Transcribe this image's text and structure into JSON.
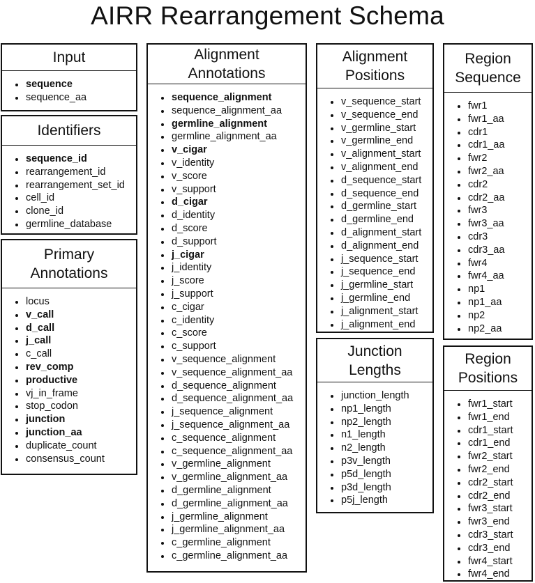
{
  "title": "AIRR Rearrangement Schema",
  "boxes": {
    "input": {
      "header": [
        "Input"
      ],
      "fields": [
        {
          "name": "sequence",
          "required": true
        },
        {
          "name": "sequence_aa",
          "required": false
        }
      ]
    },
    "identifiers": {
      "header": [
        "Identifiers"
      ],
      "fields": [
        {
          "name": "sequence_id",
          "required": true
        },
        {
          "name": "rearrangement_id",
          "required": false
        },
        {
          "name": "rearrangement_set_id",
          "required": false
        },
        {
          "name": "cell_id",
          "required": false
        },
        {
          "name": "clone_id",
          "required": false
        },
        {
          "name": "germline_database",
          "required": false
        }
      ]
    },
    "primary_annotations": {
      "header": [
        "Primary",
        "Annotations"
      ],
      "fields": [
        {
          "name": "locus",
          "required": false
        },
        {
          "name": "v_call",
          "required": true
        },
        {
          "name": "d_call",
          "required": true
        },
        {
          "name": "j_call",
          "required": true
        },
        {
          "name": "c_call",
          "required": false
        },
        {
          "name": "rev_comp",
          "required": true
        },
        {
          "name": "productive",
          "required": true
        },
        {
          "name": "vj_in_frame",
          "required": false
        },
        {
          "name": "stop_codon",
          "required": false
        },
        {
          "name": "junction",
          "required": true
        },
        {
          "name": "junction_aa",
          "required": true
        },
        {
          "name": "duplicate_count",
          "required": false
        },
        {
          "name": "consensus_count",
          "required": false
        }
      ]
    },
    "alignment_annotations": {
      "header": [
        "Alignment",
        "Annotations"
      ],
      "fields": [
        {
          "name": "sequence_alignment",
          "required": true
        },
        {
          "name": "sequence_alignment_aa",
          "required": false
        },
        {
          "name": "germline_alignment",
          "required": true
        },
        {
          "name": "germline_alignment_aa",
          "required": false
        },
        {
          "name": "v_cigar",
          "required": true
        },
        {
          "name": "v_identity",
          "required": false
        },
        {
          "name": "v_score",
          "required": false
        },
        {
          "name": "v_support",
          "required": false
        },
        {
          "name": "d_cigar",
          "required": true
        },
        {
          "name": "d_identity",
          "required": false
        },
        {
          "name": "d_score",
          "required": false
        },
        {
          "name": "d_support",
          "required": false
        },
        {
          "name": "j_cigar",
          "required": true
        },
        {
          "name": "j_identity",
          "required": false
        },
        {
          "name": "j_score",
          "required": false
        },
        {
          "name": "j_support",
          "required": false
        },
        {
          "name": "c_cigar",
          "required": false
        },
        {
          "name": "c_identity",
          "required": false
        },
        {
          "name": "c_score",
          "required": false
        },
        {
          "name": "c_support",
          "required": false
        },
        {
          "name": "v_sequence_alignment",
          "required": false
        },
        {
          "name": "v_sequence_alignment_aa",
          "required": false
        },
        {
          "name": "d_sequence_alignment",
          "required": false
        },
        {
          "name": "d_sequence_alignment_aa",
          "required": false
        },
        {
          "name": "j_sequence_alignment",
          "required": false
        },
        {
          "name": "j_sequence_alignment_aa",
          "required": false
        },
        {
          "name": "c_sequence_alignment",
          "required": false
        },
        {
          "name": "c_sequence_alignment_aa",
          "required": false
        },
        {
          "name": "v_germline_alignment",
          "required": false
        },
        {
          "name": "v_germline_alignment_aa",
          "required": false
        },
        {
          "name": "d_germline_alignment",
          "required": false
        },
        {
          "name": "d_germline_alignment_aa",
          "required": false
        },
        {
          "name": "j_germline_alignment",
          "required": false
        },
        {
          "name": "j_germline_alignment_aa",
          "required": false
        },
        {
          "name": "c_germline_alignment",
          "required": false
        },
        {
          "name": "c_germline_alignment_aa",
          "required": false
        }
      ]
    },
    "alignment_positions": {
      "header": [
        "Alignment",
        "Positions"
      ],
      "fields": [
        {
          "name": "v_sequence_start",
          "required": false
        },
        {
          "name": "v_sequence_end",
          "required": false
        },
        {
          "name": "v_germline_start",
          "required": false
        },
        {
          "name": "v_germline_end",
          "required": false
        },
        {
          "name": "v_alignment_start",
          "required": false
        },
        {
          "name": "v_alignment_end",
          "required": false
        },
        {
          "name": "d_sequence_start",
          "required": false
        },
        {
          "name": "d_sequence_end",
          "required": false
        },
        {
          "name": "d_germline_start",
          "required": false
        },
        {
          "name": "d_germline_end",
          "required": false
        },
        {
          "name": "d_alignment_start",
          "required": false
        },
        {
          "name": "d_alignment_end",
          "required": false
        },
        {
          "name": "j_sequence_start",
          "required": false
        },
        {
          "name": "j_sequence_end",
          "required": false
        },
        {
          "name": "j_germline_start",
          "required": false
        },
        {
          "name": "j_germline_end",
          "required": false
        },
        {
          "name": "j_alignment_start",
          "required": false
        },
        {
          "name": "j_alignment_end",
          "required": false
        }
      ]
    },
    "junction_lengths": {
      "header": [
        "Junction",
        "Lengths"
      ],
      "fields": [
        {
          "name": "junction_length",
          "required": false
        },
        {
          "name": "np1_length",
          "required": false
        },
        {
          "name": "np2_length",
          "required": false
        },
        {
          "name": "n1_length",
          "required": false
        },
        {
          "name": "n2_length",
          "required": false
        },
        {
          "name": "p3v_length",
          "required": false
        },
        {
          "name": "p5d_length",
          "required": false
        },
        {
          "name": "p3d_length",
          "required": false
        },
        {
          "name": "p5j_length",
          "required": false
        }
      ]
    },
    "region_sequence": {
      "header": [
        "Region",
        "Sequence"
      ],
      "fields": [
        {
          "name": "fwr1",
          "required": false
        },
        {
          "name": "fwr1_aa",
          "required": false
        },
        {
          "name": "cdr1",
          "required": false
        },
        {
          "name": "cdr1_aa",
          "required": false
        },
        {
          "name": "fwr2",
          "required": false
        },
        {
          "name": "fwr2_aa",
          "required": false
        },
        {
          "name": "cdr2",
          "required": false
        },
        {
          "name": "cdr2_aa",
          "required": false
        },
        {
          "name": "fwr3",
          "required": false
        },
        {
          "name": "fwr3_aa",
          "required": false
        },
        {
          "name": "cdr3",
          "required": false
        },
        {
          "name": "cdr3_aa",
          "required": false
        },
        {
          "name": "fwr4",
          "required": false
        },
        {
          "name": "fwr4_aa",
          "required": false
        },
        {
          "name": "np1",
          "required": false
        },
        {
          "name": "np1_aa",
          "required": false
        },
        {
          "name": "np2",
          "required": false
        },
        {
          "name": "np2_aa",
          "required": false
        }
      ]
    },
    "region_positions": {
      "header": [
        "Region",
        "Positions"
      ],
      "fields": [
        {
          "name": "fwr1_start",
          "required": false
        },
        {
          "name": "fwr1_end",
          "required": false
        },
        {
          "name": "cdr1_start",
          "required": false
        },
        {
          "name": "cdr1_end",
          "required": false
        },
        {
          "name": "fwr2_start",
          "required": false
        },
        {
          "name": "fwr2_end",
          "required": false
        },
        {
          "name": "cdr2_start",
          "required": false
        },
        {
          "name": "cdr2_end",
          "required": false
        },
        {
          "name": "fwr3_start",
          "required": false
        },
        {
          "name": "fwr3_end",
          "required": false
        },
        {
          "name": "cdr3_start",
          "required": false
        },
        {
          "name": "cdr3_end",
          "required": false
        },
        {
          "name": "fwr4_start",
          "required": false
        },
        {
          "name": "fwr4_end",
          "required": false
        }
      ]
    }
  }
}
